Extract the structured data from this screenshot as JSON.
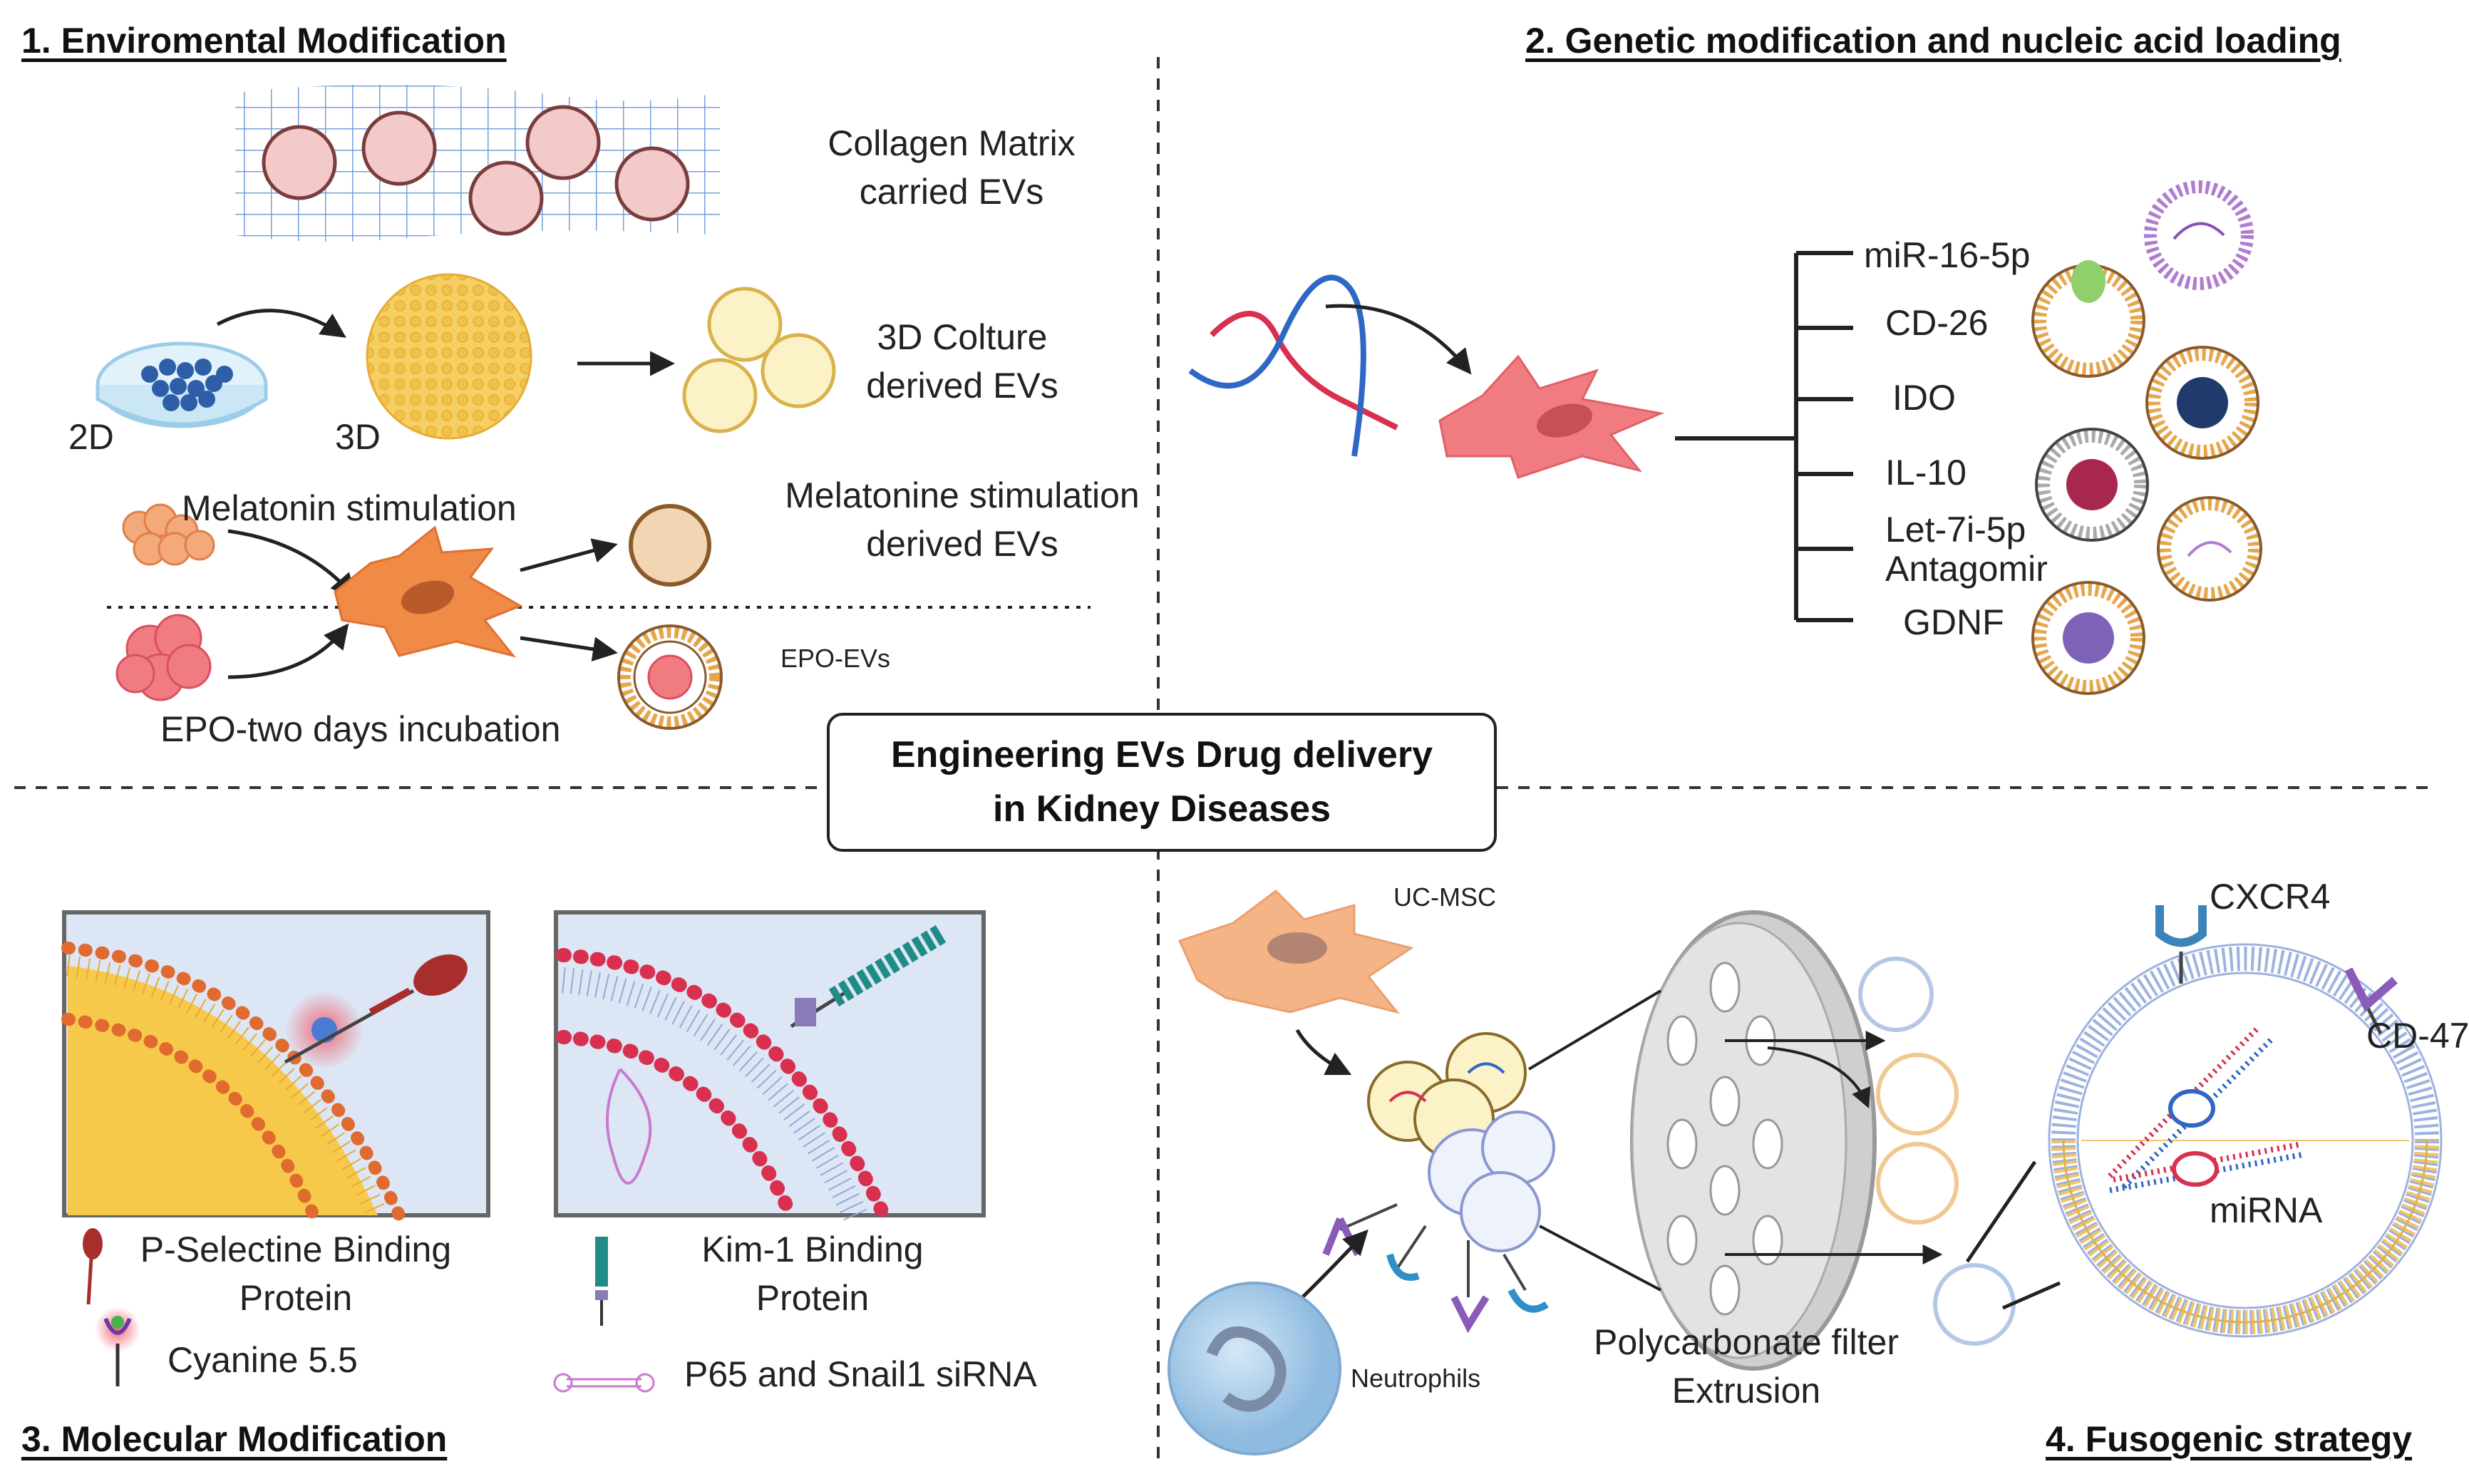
{
  "sections": {
    "s1": "1. Enviromental Modification",
    "s2": "2. Genetic modification and nucleic acid loading",
    "s3": "3. Molecular Modification",
    "s4": "4. Fusogenic strategy"
  },
  "center": {
    "line1": "Engineering EVs Drug delivery",
    "line2": "in Kidney Diseases"
  },
  "env": {
    "collagen_l1": "Collagen Matrix",
    "collagen_l2": "carried EVs",
    "label_2d": "2D",
    "label_3d": "3D",
    "culture_l1": "3D Colture",
    "culture_l2": "derived EVs",
    "melatonin": "Melatonin stimulation",
    "mel_l1": "Melatonine stimulation",
    "mel_l2": "derived EVs",
    "epo_inc": "EPO-two days incubation",
    "epo_evs": "EPO-EVs"
  },
  "genetic": {
    "items": [
      "miR-16-5p",
      "CD-26",
      "IDO",
      "IL-10",
      "Let-7i-5p",
      "Antagomir",
      "GDNF"
    ]
  },
  "molecular": {
    "psel_l1": "P-Selectine  Binding",
    "psel_l2": "Protein",
    "cyanine": "Cyanine 5.5",
    "kim_l1": "Kim-1 Binding",
    "kim_l2": "Protein",
    "sirna": "P65 and Snail1 siRNA"
  },
  "fusogenic": {
    "ucmsc": "UC-MSC",
    "neutrophils": "Neutrophils",
    "filter_l1": "Polycarbonate filter",
    "filter_l2": "Extrusion",
    "cxcr4": "CXCR4",
    "cd47": "CD-47",
    "mirna": "miRNA"
  },
  "colors": {
    "cell_orange": "#f08a47",
    "cell_pink": "#f07c82",
    "ev_gold": "#e6a64b",
    "membrane_red": "#d9304f",
    "panel_bg": "#dde6f4"
  }
}
